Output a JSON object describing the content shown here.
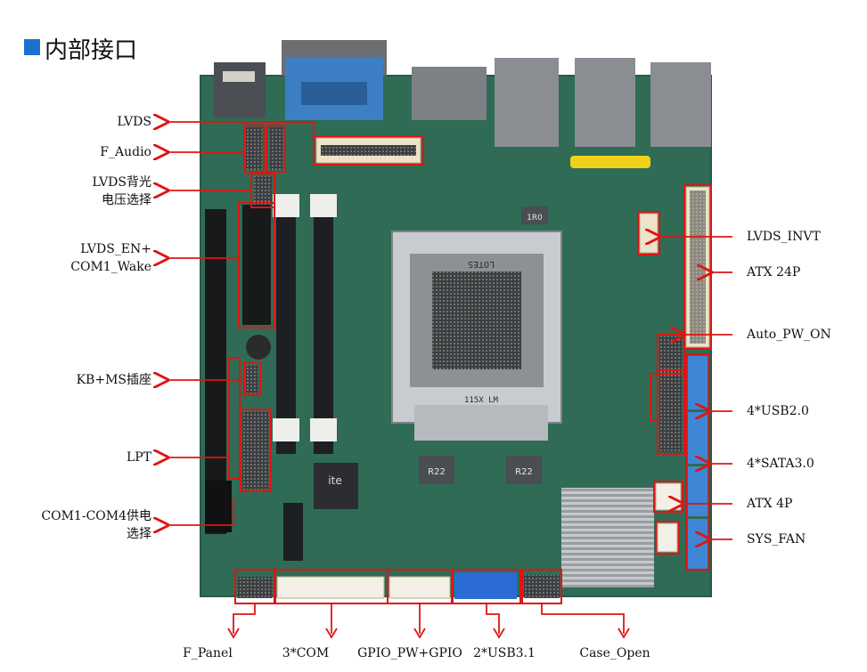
{
  "title": "内部接口",
  "colors": {
    "callout": "#e01414",
    "board": "#2f6b55",
    "title_square": "#1f6fd0"
  },
  "left_labels": [
    {
      "id": "lvds",
      "lines": [
        "LVDS"
      ]
    },
    {
      "id": "f-audio",
      "lines": [
        "F_Audio"
      ]
    },
    {
      "id": "lvds-backlight",
      "lines": [
        "LVDS背光",
        "电压选择"
      ]
    },
    {
      "id": "lvds-en-com1",
      "lines": [
        "LVDS_EN+",
        "COM1_Wake"
      ]
    },
    {
      "id": "kb-ms",
      "lines": [
        "KB+MS插座"
      ]
    },
    {
      "id": "lpt",
      "lines": [
        "LPT"
      ]
    },
    {
      "id": "com-power",
      "lines": [
        "COM1-COM4供电",
        "选择"
      ]
    }
  ],
  "right_labels": [
    {
      "id": "lvds-invt",
      "lines": [
        "LVDS_INVT"
      ]
    },
    {
      "id": "atx-24p",
      "lines": [
        "ATX 24P"
      ]
    },
    {
      "id": "auto-pw-on",
      "lines": [
        "Auto_PW_ON"
      ]
    },
    {
      "id": "usb20",
      "lines": [
        "4*USB2.0"
      ]
    },
    {
      "id": "sata30",
      "lines": [
        "4*SATA3.0"
      ]
    },
    {
      "id": "atx-4p",
      "lines": [
        "ATX 4P"
      ]
    },
    {
      "id": "sys-fan",
      "lines": [
        "SYS_FAN"
      ]
    }
  ],
  "bottom_labels": [
    {
      "id": "f-panel",
      "lines": [
        "F_Panel"
      ]
    },
    {
      "id": "com3",
      "lines": [
        "3*COM"
      ]
    },
    {
      "id": "gpio",
      "lines": [
        "GPIO_PW+GPIO"
      ]
    },
    {
      "id": "usb31",
      "lines": [
        "2*USB3.1"
      ]
    },
    {
      "id": "case-open",
      "lines": [
        "Case_Open"
      ]
    }
  ],
  "board_text": {
    "socket_mark": "115X LM",
    "socket_mark_rev": "LOTES",
    "chip_brand": "ite",
    "r22": "R22",
    "r1r0": "1R0"
  }
}
